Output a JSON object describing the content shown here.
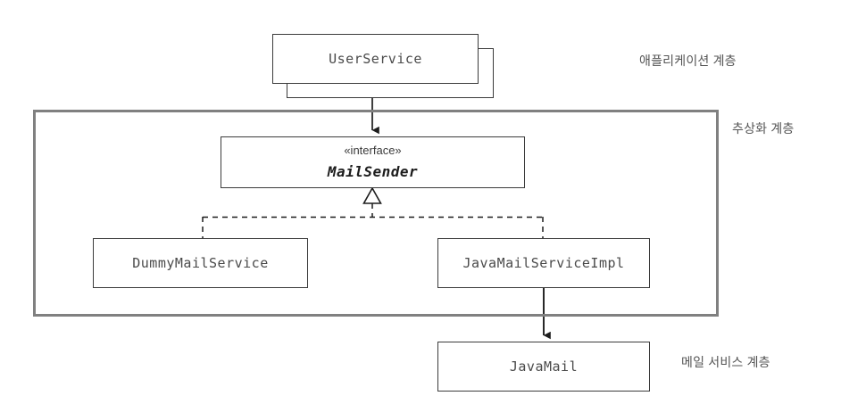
{
  "diagram": {
    "title": "MailSender abstraction layer UML diagram",
    "type": "uml-class-diagram",
    "colors": {
      "background": "#ffffff",
      "box_border": "#3b3b3b",
      "box_fill": "#ffffff",
      "layer_frame": "#808080",
      "connector": "#1d1d1d",
      "class_text": "#4a4a4a",
      "caption_text": "#555555"
    }
  },
  "nodes": {
    "user_service": {
      "name": "UserService",
      "shape": "stacked-class-box",
      "stacked": true
    },
    "mail_sender": {
      "stereotype": "«interface»",
      "name": "MailSender",
      "shape": "interface-box",
      "italic": true
    },
    "dummy_mail_service": {
      "name": "DummyMailService",
      "shape": "class-box"
    },
    "java_mail_service_impl": {
      "name": "JavaMailServiceImpl",
      "shape": "class-box"
    },
    "java_mail": {
      "name": "JavaMail",
      "shape": "class-box"
    }
  },
  "edges": [
    {
      "from": "UserService",
      "to": "MailSender",
      "style": "solid",
      "arrow": "filled-triangle",
      "relation": "dependency"
    },
    {
      "from": "DummyMailService",
      "to": "MailSender",
      "style": "dashed",
      "arrow": "hollow-triangle",
      "relation": "realization"
    },
    {
      "from": "JavaMailServiceImpl",
      "to": "MailSender",
      "style": "dashed",
      "arrow": "hollow-triangle",
      "relation": "realization"
    },
    {
      "from": "JavaMailServiceImpl",
      "to": "JavaMail",
      "style": "solid",
      "arrow": "filled-triangle",
      "relation": "dependency"
    }
  ],
  "layers": {
    "application": "애플리케이션 계층",
    "abstraction": "추상화 계층",
    "mail_service": "메일 서비스 계층"
  }
}
